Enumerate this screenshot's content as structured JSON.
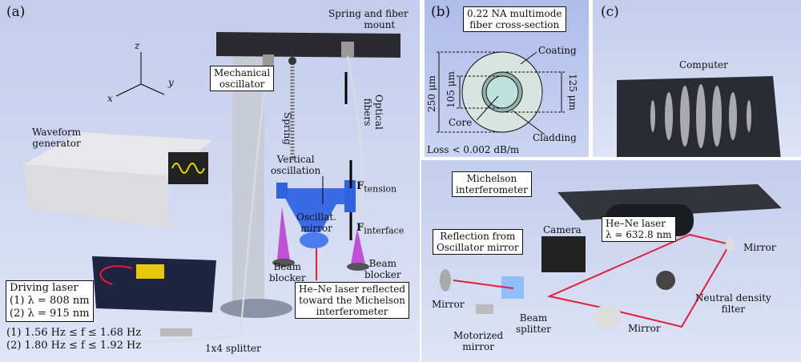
{
  "panels": {
    "a": "(a)",
    "b": "(b)",
    "c": "(c)"
  },
  "axes": {
    "x": "x",
    "y": "y",
    "z": "z"
  },
  "a_labels": {
    "spring_mount": "Spring and fiber",
    "spring_mount2": "mount",
    "mech_osc1": "Mechanical",
    "mech_osc2": "oscillator",
    "spring": "Spring",
    "optical1": "Optical",
    "optical2": "fibers",
    "waveform1": "Waveform",
    "waveform2": "generator",
    "vertical1": "Vertical",
    "vertical2": "oscillation",
    "f_tension": "F",
    "f_tension_sub": "tension",
    "f_interface": "F",
    "f_interface_sub": "interface",
    "osc_mirror1": "Oscillat.",
    "osc_mirror2": "mirror",
    "blocker_l1": "Beam",
    "blocker_l2": "blocker",
    "blocker_r1": "Beam",
    "blocker_r2": "blocker",
    "driving_title": "Driving laser",
    "driving_1": "(1) λ = 808 nm",
    "driving_2": "(2) λ = 915 nm",
    "freq_1": "(1) 1.56 Hz ≤ f ≤ 1.68 Hz",
    "freq_2": "(2) 1.80 Hz ≤ f ≤ 1.92 Hz",
    "splitter": "1x4 splitter",
    "hene_refl1": "He–Ne laser reflected",
    "hene_refl2": "toward the Michelson",
    "hene_refl3": "interferometer"
  },
  "b_labels": {
    "title1": "0.22 NA multimode",
    "title2": "fiber cross-section",
    "coating": "Coating",
    "core": "Core",
    "cladding": "Cladding",
    "d250": "250 μm",
    "d105": "105 μm",
    "d125": "125 μm",
    "loss": "Loss < 0.002 dB/m"
  },
  "c_labels": {
    "computer": "Computer",
    "michelson1": "Michelson",
    "michelson2": "interferometer",
    "reflection1": "Reflection from",
    "reflection2": "Oscillator mirror",
    "camera": "Camera",
    "hene1": "He–Ne laser",
    "hene2": "λ = 632.8 nm",
    "mirror_r": "Mirror",
    "mirror_l": "Mirror",
    "mirror_b": "Mirror",
    "nd1": "Neutral density",
    "nd2": "filter",
    "bs1": "Beam",
    "bs2": "splitter",
    "motor1": "Motorized",
    "motor2": "mirror"
  },
  "colors": {
    "laser": "#e0203a",
    "blue_part": "#2e63e0",
    "blocker": "#c050d8",
    "fiber_core": "#bfe0dc",
    "cladding": "#8fb3aa",
    "coating": "#d9e4e0"
  }
}
